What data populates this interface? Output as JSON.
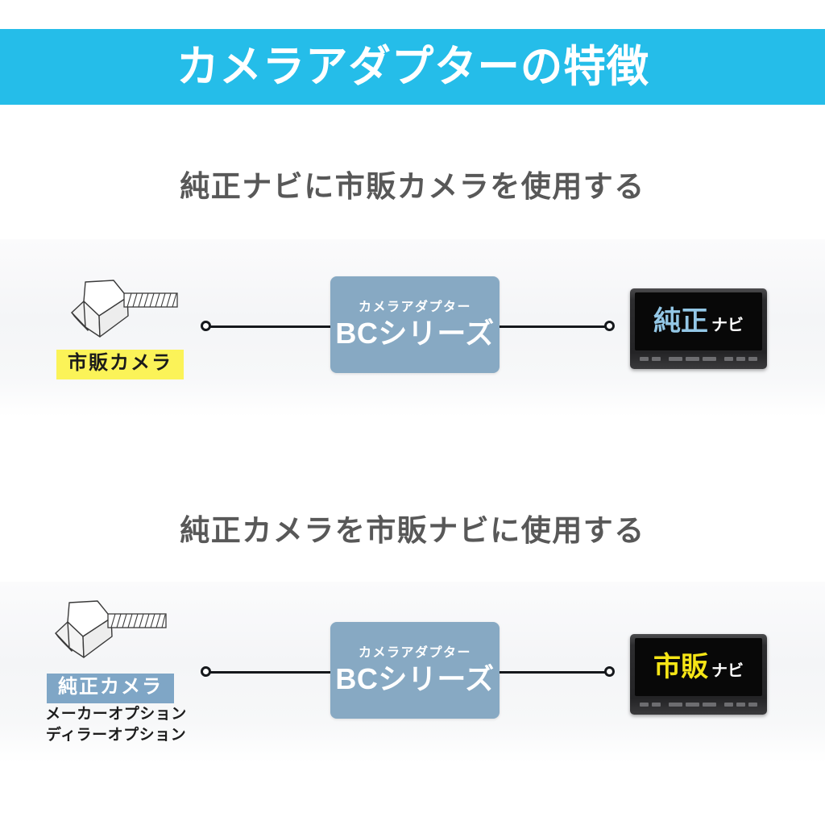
{
  "banner": {
    "title": "カメラアダプターの特徴",
    "bg_color": "#25bde9",
    "text_color": "#ffffff"
  },
  "sections": [
    {
      "heading": "純正ナビに市販カメラを使用する",
      "camera": {
        "icon": "camera-illustration",
        "label": "市販カメラ",
        "label_style": "highlight-yellow",
        "label_bg": "#fbf358",
        "label_color": "#1b1b1b",
        "subnote": ""
      },
      "adapter": {
        "sub_label": "カメラアダプター",
        "main_label": "BCシリーズ",
        "bg_color": "#87a9c3",
        "text_color": "#ffffff"
      },
      "nav": {
        "primary": "純正",
        "primary_color": "#93c7e6",
        "secondary": "ナビ",
        "secondary_color": "#ffffff"
      }
    },
    {
      "heading": "純正カメラを市販ナビに使用する",
      "camera": {
        "icon": "camera-illustration",
        "label": "純正カメラ",
        "label_style": "badge-blue",
        "label_bg": "#7fa6c6",
        "label_color": "#ffffff",
        "subnote_line1": "メーカーオプション",
        "subnote_line2": "ディラーオプション"
      },
      "adapter": {
        "sub_label": "カメラアダプター",
        "main_label": "BCシリーズ",
        "bg_color": "#87a9c3",
        "text_color": "#ffffff"
      },
      "nav": {
        "primary": "市販",
        "primary_color": "#f5e516",
        "secondary": "ナビ",
        "secondary_color": "#ffffff"
      }
    }
  ],
  "connectors": {
    "node_shape": "circle-outline",
    "line_color": "#15181c"
  }
}
